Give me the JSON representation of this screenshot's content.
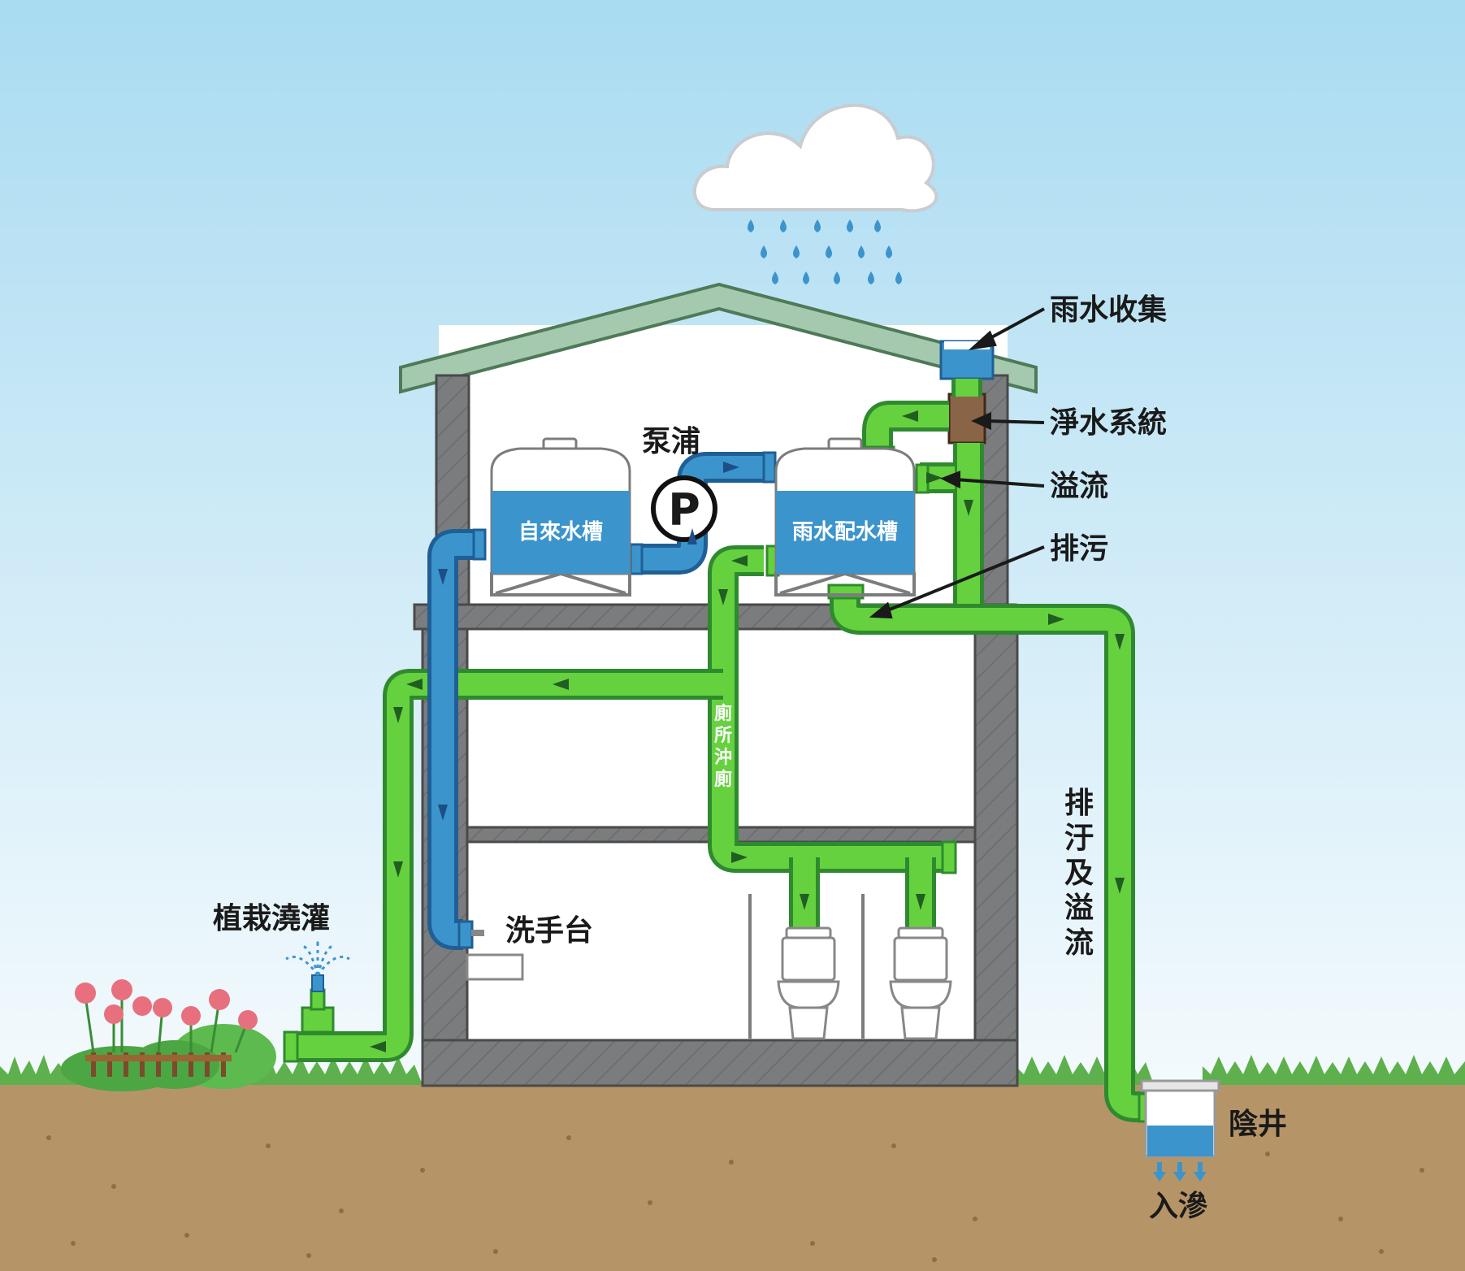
{
  "labels": {
    "rain_collection": "雨水收集",
    "purification": "淨水系統",
    "overflow": "溢流",
    "drain": "排污",
    "pump": "泵浦",
    "pump_symbol": "P",
    "tap_tank": "自來水槽",
    "rain_tank": "雨水配水槽",
    "toilet_flush": [
      "廁",
      "所",
      "沖",
      "廁"
    ],
    "drain_overflow": [
      "排",
      "汙",
      "及",
      "溢",
      "流"
    ],
    "irrigation": "植栽澆灌",
    "wash_basin": "洗手台",
    "manhole": "陰井",
    "infiltration": "入滲"
  },
  "colors": {
    "sky_top": "#a9dbf1",
    "ground": "#b59568",
    "grass": "#5db04b",
    "house_wall": "#7b7c7e",
    "roof": "#a5c9ae",
    "green_pipe": "#66d13f",
    "blue_pipe": "#3c94cc",
    "tank": "#3c94cc"
  }
}
